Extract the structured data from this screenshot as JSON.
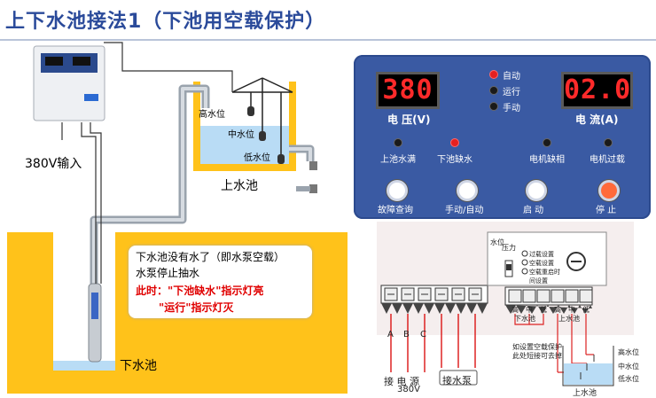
{
  "title": "上下水池接法1（下池用空载保护）",
  "labels": {
    "high_level": "高水位",
    "mid_level": "中水位",
    "low_level": "低水位",
    "upper_pool": "上水池",
    "lower_pool": "下水池",
    "power_input": "380V输入"
  },
  "callout": {
    "line1": "下水池没有水了（即水泵空载）",
    "line2": "水泵停止抽水",
    "line3": "此时：\"下池缺水\"指示灯亮",
    "line4": "\"运行\"指示灯灭"
  },
  "panel": {
    "voltage_display": "380",
    "current_display": "02.0",
    "voltage_label": "电 压(V)",
    "current_label": "电 流(A)",
    "status": [
      {
        "label": "自动",
        "color": "red"
      },
      {
        "label": "运行",
        "color": "dark"
      },
      {
        "label": "手动",
        "color": "dark"
      }
    ],
    "indicators": [
      {
        "label": "上池水满",
        "color": "dark"
      },
      {
        "label": "下池缺水",
        "color": "red"
      },
      {
        "label": "电机缺相",
        "color": "dark"
      },
      {
        "label": "电机过载",
        "color": "dark"
      }
    ],
    "buttons": [
      "故障查询",
      "手动/自动",
      "启 动",
      "停 止"
    ]
  },
  "terminals": {
    "left_marks": [
      "A",
      "B",
      "C"
    ],
    "power_label": "接 电 源",
    "power_voltage": "380V",
    "pump_label": "接水泵",
    "switch_title": "水位",
    "switch_side": "压力",
    "options": [
      "过载设置",
      "空载设置",
      "空载重启时间设置"
    ],
    "right_top": [
      "高",
      "中",
      "低",
      "高",
      "中",
      "低"
    ],
    "lower_pool_label": "下水池",
    "upper_pool_label": "上水池",
    "shortcut_note_1": "如设置空载保护",
    "shortcut_note_2": "此处短接可去掉",
    "mini_levels": [
      "高水位",
      "中水位",
      "低水位"
    ],
    "mini_pool_label": "上水池"
  },
  "colors": {
    "title": "#2a4a9a",
    "pool": "#ffc21a",
    "water": "#b9dcf5",
    "panel": "#3a5aa3",
    "led": "#ff2a2a",
    "callout_red": "#e00000"
  }
}
